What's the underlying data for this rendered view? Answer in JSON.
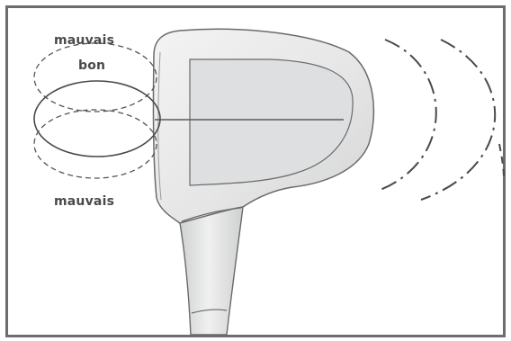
{
  "labels": {
    "top": "mauvais",
    "middle": "bon",
    "bottom": "mauvais"
  },
  "colors": {
    "ink": "#4a4a4a",
    "frame": "#6d6d6d",
    "club_fill": "#e9eaea",
    "club_shade": "#c9cbcc"
  }
}
